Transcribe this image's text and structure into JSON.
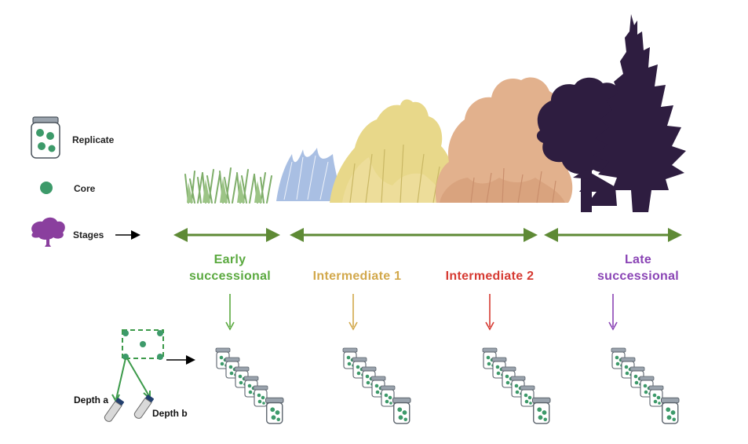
{
  "legend": {
    "replicate_label": "Replicate",
    "core_label": "Core",
    "stages_label": "Stages"
  },
  "stages": [
    {
      "line1": "Early",
      "line2": "successional",
      "color": "#5aa93f"
    },
    {
      "line1": "Intermediate 1",
      "line2": "",
      "color": "#d2a84b"
    },
    {
      "line1": "Intermediate 2",
      "line2": "",
      "color": "#d63a32"
    },
    {
      "line1": "Late",
      "line2": "successional",
      "color": "#8a44b5"
    }
  ],
  "depths": {
    "a_label": "Depth a",
    "b_label": "Depth b"
  },
  "colors": {
    "core_green": "#3d9a6a",
    "stage_bar": "#5e8a35",
    "tree_dark": "#2e1d40",
    "shrub_tan": "#e2b18d",
    "grass_yellow": "#e8d88a",
    "grass_blue": "#a9bfe3",
    "grass_green": "#7fae6a",
    "legend_tree": "#8a3f9e",
    "sample_plot": "#3c9a4a"
  },
  "icons": [
    "jar-icon",
    "core-icon",
    "tree-icon",
    "arrow-right-icon",
    "soil-tube-icon"
  ]
}
